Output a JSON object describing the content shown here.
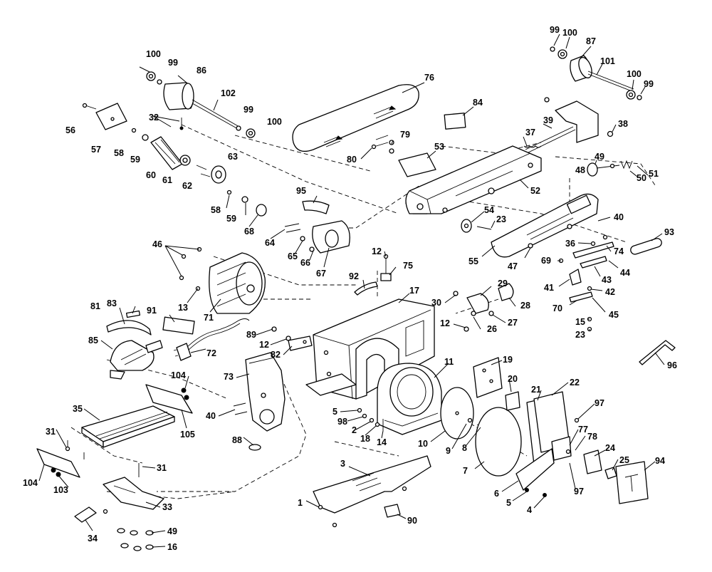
{
  "callouts": [
    {
      "id": "c99a",
      "text": "99"
    },
    {
      "id": "c100a",
      "text": "100"
    },
    {
      "id": "c87",
      "text": "87"
    },
    {
      "id": "c101",
      "text": "101"
    },
    {
      "id": "c100b",
      "text": "100"
    },
    {
      "id": "c99b",
      "text": "99"
    },
    {
      "id": "c100c",
      "text": "100"
    },
    {
      "id": "c99c",
      "text": "99"
    },
    {
      "id": "c86",
      "text": "86"
    },
    {
      "id": "c102",
      "text": "102"
    },
    {
      "id": "c99d",
      "text": "99"
    },
    {
      "id": "c100d",
      "text": "100"
    },
    {
      "id": "c32",
      "text": "32"
    },
    {
      "id": "c56",
      "text": "56"
    },
    {
      "id": "c57",
      "text": "57"
    },
    {
      "id": "c58a",
      "text": "58"
    },
    {
      "id": "c59a",
      "text": "59"
    },
    {
      "id": "c60",
      "text": "60"
    },
    {
      "id": "c61",
      "text": "61"
    },
    {
      "id": "c62",
      "text": "62"
    },
    {
      "id": "c63",
      "text": "63"
    },
    {
      "id": "c76",
      "text": "76"
    },
    {
      "id": "c84",
      "text": "84"
    },
    {
      "id": "c37",
      "text": "37"
    },
    {
      "id": "c39",
      "text": "39"
    },
    {
      "id": "c38",
      "text": "38"
    },
    {
      "id": "c79",
      "text": "79"
    },
    {
      "id": "c80",
      "text": "80"
    },
    {
      "id": "c53",
      "text": "53"
    },
    {
      "id": "c49a",
      "text": "49"
    },
    {
      "id": "c48",
      "text": "48"
    },
    {
      "id": "c50",
      "text": "50"
    },
    {
      "id": "c51",
      "text": "51"
    },
    {
      "id": "c52",
      "text": "52"
    },
    {
      "id": "c95",
      "text": "95"
    },
    {
      "id": "c58b",
      "text": "58"
    },
    {
      "id": "c59b",
      "text": "59"
    },
    {
      "id": "c68",
      "text": "68"
    },
    {
      "id": "c64",
      "text": "64"
    },
    {
      "id": "c65",
      "text": "65"
    },
    {
      "id": "c66",
      "text": "66"
    },
    {
      "id": "c67",
      "text": "67"
    },
    {
      "id": "c54",
      "text": "54"
    },
    {
      "id": "c23a",
      "text": "23"
    },
    {
      "id": "c55",
      "text": "55"
    },
    {
      "id": "c47",
      "text": "47"
    },
    {
      "id": "c40a",
      "text": "40"
    },
    {
      "id": "c93",
      "text": "93"
    },
    {
      "id": "c36",
      "text": "36"
    },
    {
      "id": "c74",
      "text": "74"
    },
    {
      "id": "c69",
      "text": "69"
    },
    {
      "id": "c44",
      "text": "44"
    },
    {
      "id": "c43",
      "text": "43"
    },
    {
      "id": "c41",
      "text": "41"
    },
    {
      "id": "c42",
      "text": "42"
    },
    {
      "id": "c70",
      "text": "70"
    },
    {
      "id": "c45",
      "text": "45"
    },
    {
      "id": "c15",
      "text": "15"
    },
    {
      "id": "c23b",
      "text": "23"
    },
    {
      "id": "c46",
      "text": "46"
    },
    {
      "id": "c12a",
      "text": "12"
    },
    {
      "id": "c75",
      "text": "75"
    },
    {
      "id": "c92",
      "text": "92"
    },
    {
      "id": "c17",
      "text": "17"
    },
    {
      "id": "c29",
      "text": "29"
    },
    {
      "id": "c30",
      "text": "30"
    },
    {
      "id": "c28",
      "text": "28"
    },
    {
      "id": "c27",
      "text": "27"
    },
    {
      "id": "c12b",
      "text": "12"
    },
    {
      "id": "c26",
      "text": "26"
    },
    {
      "id": "c13",
      "text": "13"
    },
    {
      "id": "c71",
      "text": "71"
    },
    {
      "id": "c81",
      "text": "81"
    },
    {
      "id": "c83",
      "text": "83"
    },
    {
      "id": "c91",
      "text": "91"
    },
    {
      "id": "c89",
      "text": "89"
    },
    {
      "id": "c12c",
      "text": "12"
    },
    {
      "id": "c72",
      "text": "72"
    },
    {
      "id": "c82",
      "text": "82"
    },
    {
      "id": "c85",
      "text": "85"
    },
    {
      "id": "c96",
      "text": "96"
    },
    {
      "id": "c73",
      "text": "73"
    },
    {
      "id": "c104a",
      "text": "104"
    },
    {
      "id": "c11",
      "text": "11"
    },
    {
      "id": "c19",
      "text": "19"
    },
    {
      "id": "c20",
      "text": "20"
    },
    {
      "id": "c21",
      "text": "21"
    },
    {
      "id": "c22",
      "text": "22"
    },
    {
      "id": "c35",
      "text": "35"
    },
    {
      "id": "c40b",
      "text": "40"
    },
    {
      "id": "c105",
      "text": "105"
    },
    {
      "id": "c5a",
      "text": "5"
    },
    {
      "id": "c98",
      "text": "98"
    },
    {
      "id": "c2",
      "text": "2"
    },
    {
      "id": "c18",
      "text": "18"
    },
    {
      "id": "c14",
      "text": "14"
    },
    {
      "id": "c88",
      "text": "88"
    },
    {
      "id": "c31a",
      "text": "31"
    },
    {
      "id": "c97a",
      "text": "97"
    },
    {
      "id": "c10",
      "text": "10"
    },
    {
      "id": "c9",
      "text": "9"
    },
    {
      "id": "c8",
      "text": "8"
    },
    {
      "id": "c77",
      "text": "77"
    },
    {
      "id": "c78",
      "text": "78"
    },
    {
      "id": "c24",
      "text": "24"
    },
    {
      "id": "c7",
      "text": "7"
    },
    {
      "id": "c25",
      "text": "25"
    },
    {
      "id": "c94",
      "text": "94"
    },
    {
      "id": "c104b",
      "text": "104"
    },
    {
      "id": "c103",
      "text": "103"
    },
    {
      "id": "c31b",
      "text": "31"
    },
    {
      "id": "c3",
      "text": "3"
    },
    {
      "id": "c6",
      "text": "6"
    },
    {
      "id": "c97b",
      "text": "97"
    },
    {
      "id": "c5b",
      "text": "5"
    },
    {
      "id": "c4",
      "text": "4"
    },
    {
      "id": "c33",
      "text": "33"
    },
    {
      "id": "c1",
      "text": "1"
    },
    {
      "id": "c90",
      "text": "90"
    },
    {
      "id": "c49b",
      "text": "49"
    },
    {
      "id": "c34",
      "text": "34"
    },
    {
      "id": "c16",
      "text": "16"
    }
  ]
}
